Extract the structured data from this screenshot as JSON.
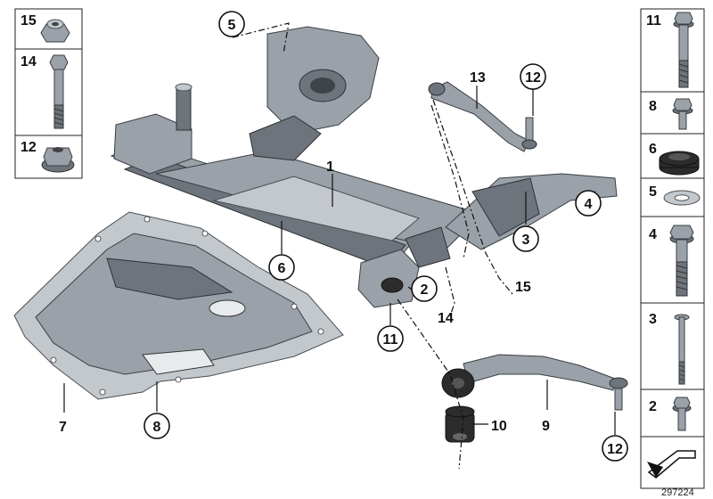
{
  "callouts": [
    {
      "key": "c1",
      "text": "1"
    },
    {
      "key": "c2",
      "text": "2"
    },
    {
      "key": "c3",
      "text": "3"
    },
    {
      "key": "c4",
      "text": "4"
    },
    {
      "key": "c5",
      "text": "5"
    },
    {
      "key": "c6",
      "text": "6"
    },
    {
      "key": "c7",
      "text": "7"
    },
    {
      "key": "c8",
      "text": "8"
    },
    {
      "key": "c9",
      "text": "9"
    },
    {
      "key": "c10",
      "text": "10"
    },
    {
      "key": "c11",
      "text": "11"
    },
    {
      "key": "c12a",
      "text": "12"
    },
    {
      "key": "c12b",
      "text": "12"
    },
    {
      "key": "c13",
      "text": "13"
    },
    {
      "key": "c14",
      "text": "14"
    },
    {
      "key": "c15",
      "text": "15"
    }
  ],
  "left_column": [
    "15",
    "14",
    "12"
  ],
  "right_column": [
    "11",
    "8",
    "6",
    "5",
    "4",
    "3",
    "2"
  ],
  "image_id": "297224",
  "icons": {
    "nut": "collar-nut-icon",
    "bolt": "hex-bolt-icon",
    "flange_nut": "flange-nut-icon",
    "rubber_mount": "rubber-mount-icon",
    "washer": "washer-icon",
    "screw": "screw-icon",
    "arrow": "direction-arrow-icon"
  },
  "colors": {
    "metal": "#9aa1a8",
    "metal_dark": "#6d747b",
    "rubber": "#2c2c2c",
    "line": "#111111"
  }
}
